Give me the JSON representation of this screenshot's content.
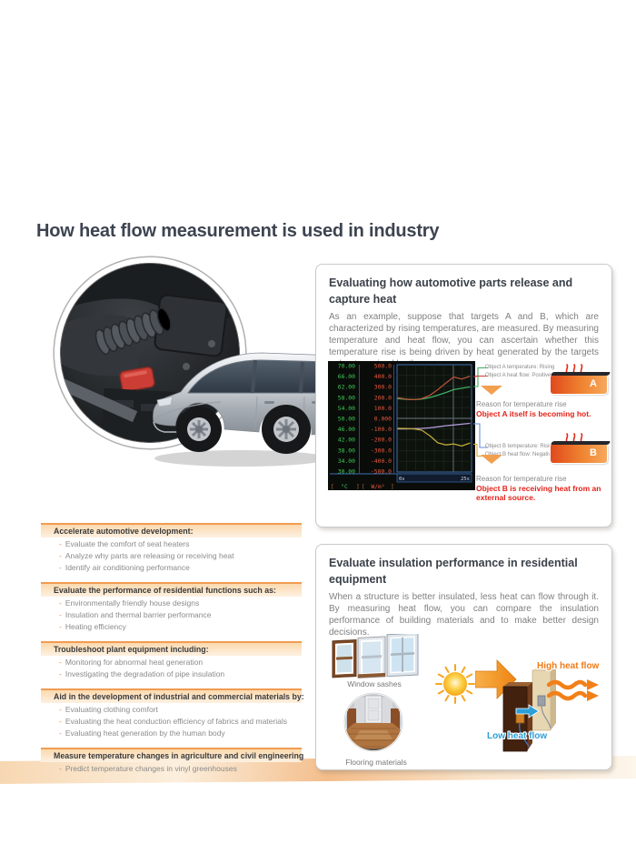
{
  "page": {
    "title": "How heat flow measurement is used in industry"
  },
  "box_automotive": {
    "heading": "Evaluating how automotive parts release and capture heat",
    "body": "As an example, suppose that targets A and B, which are characterized by rising temperatures, are measured. By measuring temperature and heat flow, you can ascertain whether this temperature rise is being driven by heat generated by the targets or heat received by them.",
    "object_a": {
      "callout_temperature": "Object A temperature: Rising",
      "callout_heat_flow": "Object A heat flow: Positive",
      "object_label": "A",
      "reason_title": "Reason for temperature rise",
      "reason_text": "Object A itself is becoming hot."
    },
    "object_b": {
      "callout_temperature": "Object B temperature: Rising",
      "callout_heat_flow": "Object B heat flow: Negative",
      "object_label": "B",
      "reason_title": "Reason for temperature rise",
      "reason_text": "Object B is receiving heat from an external source."
    }
  },
  "chart_data": {
    "type": "line",
    "title": "",
    "grid": true,
    "plot_background": "#0d120d",
    "x": [
      0,
      2.8,
      5.6,
      8.3,
      11.1,
      13.9,
      16.7,
      19.4,
      22.2,
      25
    ],
    "x_ticks": [
      "0s",
      "25s"
    ],
    "x_range_seconds": [
      0,
      25
    ],
    "temperature_axis": {
      "unit": "°C",
      "range": [
        30,
        70
      ],
      "ticks": [
        "70.00",
        "66.00",
        "62.00",
        "58.00",
        "54.00",
        "50.00",
        "46.00",
        "42.00",
        "38.00",
        "34.00",
        "30.00"
      ]
    },
    "heat_flow_axis": {
      "unit": "W/m²",
      "range": [
        -500,
        500
      ],
      "ticks": [
        "500.0",
        "400.0",
        "300.0",
        "200.0",
        "100.0",
        "0.000",
        "-100.0",
        "-200.0",
        "-300.0",
        "-400.0",
        "-500.0"
      ]
    },
    "series": [
      {
        "name": "Object A temperature",
        "axis": "temperature",
        "color": "#3eae62",
        "values": [
          57.5,
          57.2,
          57.1,
          57.3,
          57.9,
          58.8,
          59.8,
          60.9,
          61.4,
          61.9
        ]
      },
      {
        "name": "Object A heat flow",
        "axis": "heat_flow",
        "color": "#b45238",
        "values": [
          195,
          183,
          178,
          186,
          218,
          272,
          335,
          392,
          372,
          398
        ]
      },
      {
        "name": "Object B temperature",
        "axis": "temperature",
        "color": "#b09ad6",
        "values": [
          46.0,
          46.0,
          46.1,
          46.2,
          46.4,
          46.8,
          47.2,
          47.5,
          47.8,
          48.1
        ]
      },
      {
        "name": "Object B heat flow",
        "axis": "heat_flow",
        "color": "#c0aa38",
        "values": [
          -95,
          -96,
          -100,
          -112,
          -165,
          -232,
          -252,
          -242,
          -262,
          -235
        ]
      }
    ],
    "legend_position": "right-callouts"
  },
  "sections": [
    {
      "header": "Accelerate automotive development:",
      "items": [
        "Evaluate the comfort of seat heaters",
        "Analyze why parts are releasing or receiving heat",
        "Identify air conditioning performance"
      ]
    },
    {
      "header": "Evaluate the performance of residential functions such as:",
      "items": [
        "Environmentally friendly house designs",
        "Insulation and thermal barrier performance",
        "Heating efficiency"
      ]
    },
    {
      "header": "Troubleshoot plant equipment including:",
      "items": [
        "Monitoring for abnormal heat generation",
        "Investigating the degradation of pipe insulation"
      ]
    },
    {
      "header": "Aid in the development of industrial and commercial materials by:",
      "items": [
        "Evaluating clothing comfort",
        "Evaluating the heat conduction efficiency of fabrics and materials",
        "Evaluating heat generation by the human body"
      ]
    },
    {
      "header": "Measure temperature changes in agriculture and civil engineering",
      "items": [
        "Predict temperature changes in vinyl greenhouses"
      ]
    }
  ],
  "box_insulation": {
    "heading": "Evaluate insulation performance in residential equipment",
    "body": "When a structure is better insulated, less heat can flow through it. By measuring heat flow, you can compare the insulation performance of building materials and to make better design decisions.",
    "window_sashes_label": "Window sashes",
    "flooring_label": "Flooring materials",
    "high_heat_flow_label": "High heat flow",
    "high_heat_flow_color": "#f07c18",
    "low_heat_flow_label": "Low heat flow",
    "low_heat_flow_color": "#2e9fd6"
  }
}
